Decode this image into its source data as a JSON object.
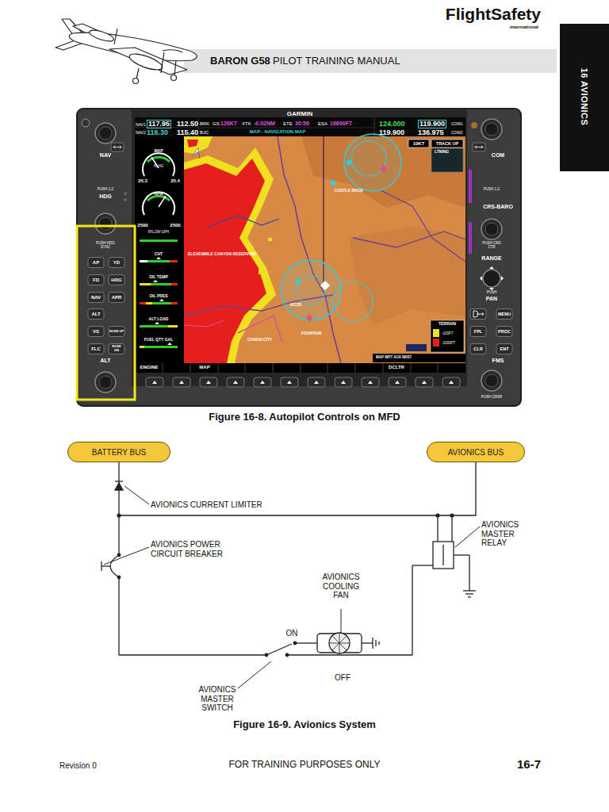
{
  "diagram": {
    "nodes": [
      {
        "text": [
          "BATTERY BUS"
        ]
      },
      {
        "text": [
          "AVIONICS BUS"
        ]
      }
    ],
    "edges": [
      {
        "from": 0,
        "to": 1,
        "arrow": "none"
      }
    ],
    "labels": [
      "FlightSafety",
      "international",
      "BARON G58",
      "PILOT TRAINING MANUAL",
      "16 AVIONICS",
      "GARMIN",
      "NAV1",
      "117.95",
      "112.50",
      "BRK",
      "GS",
      "126KT",
      "XTK",
      "-0.02NM",
      "ETE",
      "30:56",
      "ESA",
      "16600FT",
      "124.000",
      "119.900",
      "COM1",
      "NAV2",
      "116.30",
      "115.40",
      "BJC",
      "MAP - NAVIGATION MAP",
      "119.900",
      "136.975",
      "COM2",
      "10KT",
      "TRACK UP",
      "LTNING",
      "MAP",
      "IN HG",
      "25.3",
      "25.4",
      "RPM",
      "2500",
      "2500",
      "FFLOW GPH",
      "CHT",
      "OIL TEMP",
      "OIL PRES",
      "ALT LOAD",
      "FUEL QTY GAL",
      "ELEVENMILE CANYON RESERVOIR",
      "CASTLE ROCK",
      "KCOS",
      "FOUNTAIN",
      "CANON CITY",
      "TERRAIN",
      "-100FT",
      "-1000FT",
      "MAP WPT AUX NRST",
      "ENGINE",
      "MAP",
      "DCLTR",
      "NAV",
      "PUSH 1-2",
      "HDG",
      "PUSH HDG SYNC",
      "AP",
      "YD",
      "FD",
      "HDG",
      "NAV",
      "APR",
      "ALT",
      "VS",
      "NOSE UP",
      "FLC",
      "NOSE DN",
      "ALT",
      "COM",
      "PUSH 1-2",
      "CRS-BARO",
      "PUSH CRS CTR",
      "RANGE",
      "PUSH",
      "PAN",
      "MENU",
      "FPL",
      "PROC",
      "CLR",
      "ENT",
      "FMS",
      "PUSH CRSR",
      "Figure 16-8. Autopilot Controls on MFD",
      "AVIONICS CURRENT LIMITER",
      "AVIONICS POWER CIRCUIT BREAKER",
      "AVIONICS COOLING FAN",
      "AVIONICS MASTER RELAY",
      "ON",
      "OFF",
      "AVIONICS MASTER SWITCH",
      "Figure 16-9. Avionics System",
      "Revision 0",
      "FOR TRAINING PURPOSES ONLY",
      "16-7"
    ]
  }
}
